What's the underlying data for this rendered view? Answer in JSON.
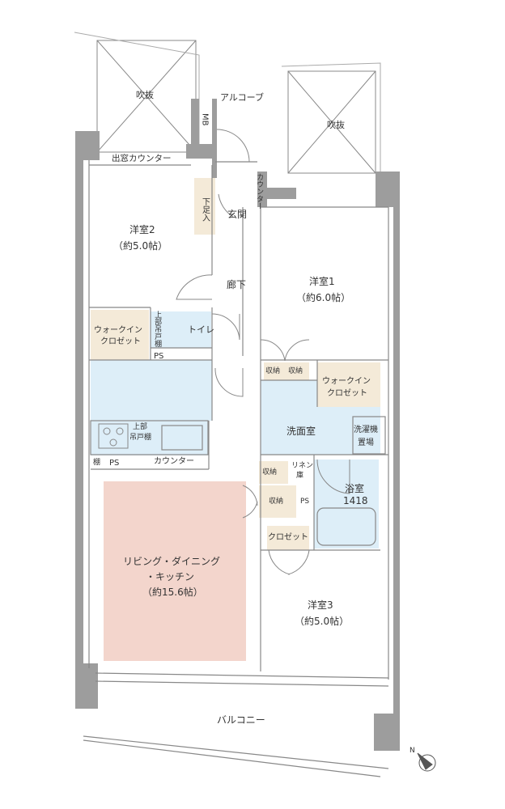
{
  "rooms": {
    "void_left": "吹抜",
    "void_right": "吹抜",
    "alcove": "アルコーブ",
    "mb": "MB",
    "bay_counter": "出窓カウンター",
    "counter_vertical": "カウンター",
    "shoe_storage": "下足入",
    "entrance": "玄関",
    "western2_name": "洋室2",
    "western2_size": "（約5.0帖）",
    "corridor": "廊下",
    "western1_name": "洋室1",
    "western1_size": "（約6.0帖）",
    "walkin_left_1": "ウォークイン",
    "walkin_left_2": "クロゼット",
    "upper_shelf_left": "上部吊戸棚",
    "toilet": "トイレ",
    "ps": "PS",
    "storage_a": "収納",
    "storage_b": "収納",
    "walkin_right_1": "ウォークイン",
    "walkin_right_2": "クロゼット",
    "upper_kitchen_1": "上部",
    "upper_kitchen_2": "吊戸棚",
    "washroom": "洗面室",
    "laundry_1": "洗濯機",
    "laundry_2": "置場",
    "shelf": "棚",
    "ps2": "PS",
    "counter": "カウンター",
    "storage_c": "収納",
    "linen_1": "リネン",
    "linen_2": "庫",
    "bath_name": "浴室",
    "bath_size": "1418",
    "storage_d": "収納",
    "ps3": "PS",
    "closet": "クロゼット",
    "ldk_1": "リビング・ダイニング",
    "ldk_2": "・キッチン",
    "ldk_3": "（約15.6帖）",
    "western3_name": "洋室3",
    "western3_size": "（約5.0帖）",
    "balcony": "バルコニー",
    "north": "N"
  },
  "colors": {
    "wall": "#9d9d9d",
    "wet_area": "#ddeef8",
    "storage": "#f4ead8",
    "ldk": "#f3d5cc",
    "line": "#888888"
  }
}
